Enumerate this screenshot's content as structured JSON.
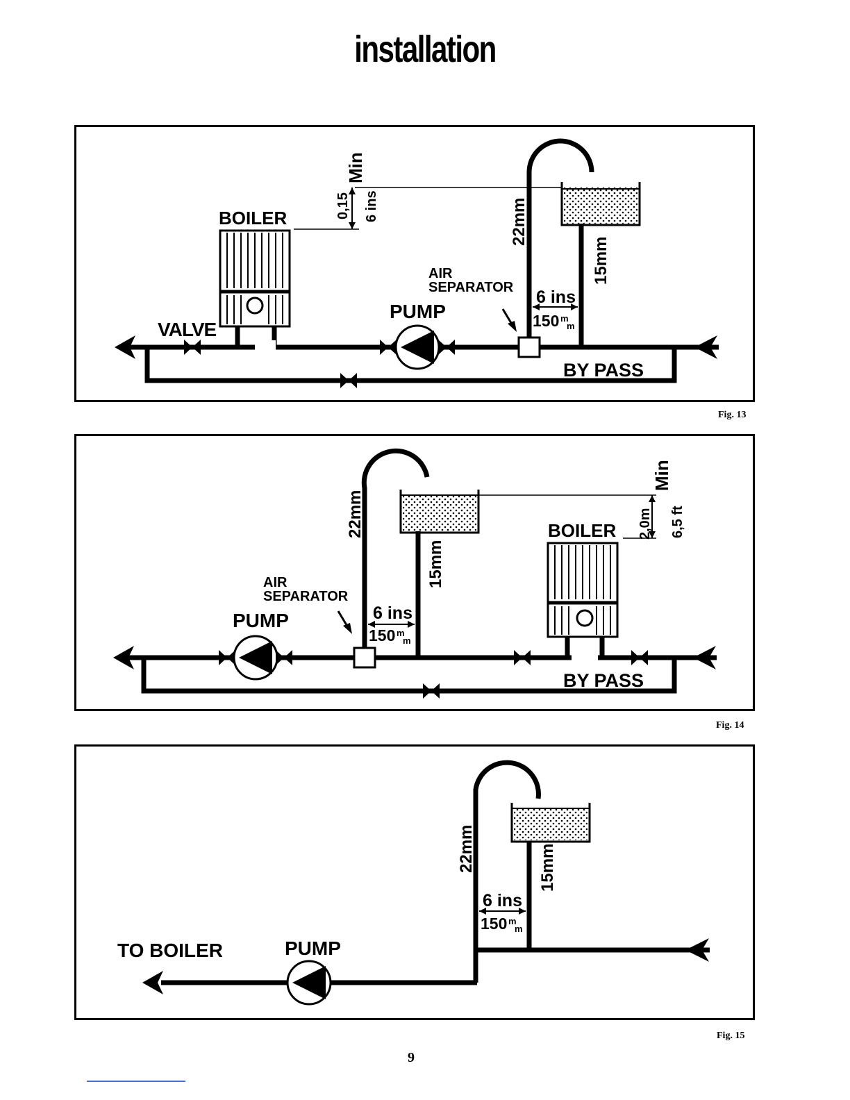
{
  "page": {
    "title": "installation",
    "page_number": "9"
  },
  "figures": [
    {
      "caption": "Fig. 13",
      "labels": {
        "boiler": "BOILER",
        "valve": "VALVE",
        "pump": "PUMP",
        "air_separator_1": "AIR",
        "air_separator_2": "SEPARATOR",
        "by_pass": "BY PASS",
        "pipe_22": "22mm",
        "pipe_15": "15mm",
        "dist_ins": "6 ins",
        "dist_mm": "150",
        "height_m": "0,15",
        "height_ins": "6 ins",
        "min": "Min"
      }
    },
    {
      "caption": "Fig. 14",
      "labels": {
        "boiler": "BOILER",
        "pump": "PUMP",
        "air_separator_1": "AIR",
        "air_separator_2": "SEPARATOR",
        "by_pass": "BY PASS",
        "pipe_22": "22mm",
        "pipe_15": "15mm",
        "dist_ins": "6 ins",
        "dist_mm": "150",
        "height_m": "2,0m",
        "height_ft": "6,5 ft",
        "min": "Min"
      }
    },
    {
      "caption": "Fig. 15",
      "labels": {
        "to_boiler": "TO BOILER",
        "pump": "PUMP",
        "pipe_22": "22mm",
        "pipe_15": "15mm",
        "dist_ins": "6 ins",
        "dist_mm": "150"
      }
    }
  ],
  "icons": {
    "pump": "pump-icon",
    "valve": "valve-icon",
    "boiler": "boiler-icon",
    "tank": "expansion-tank-icon",
    "arrow": "flow-arrow-icon"
  }
}
